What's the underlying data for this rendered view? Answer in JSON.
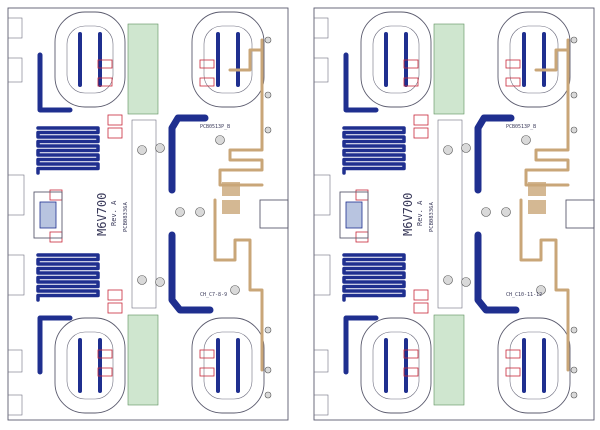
{
  "boards": [
    {
      "part_label": "M6V700",
      "rev_label": "Rev. A",
      "pcb_label": "PCB08336A",
      "top_ref": "PCB0513P_B",
      "bottom_ref": "CH_C7-8-9"
    },
    {
      "part_label": "M6V700",
      "rev_label": "Rev. A",
      "pcb_label": "PCB08336A",
      "top_ref": "PCB0513P_B",
      "bottom_ref": "CH_C10-11-12"
    }
  ],
  "colors": {
    "board_outline": "#5b5b6e",
    "blue_trace": "#1f2f8f",
    "tan_trace": "#c9a678",
    "red_pad": "#c8283a",
    "green_pad": "#cfe6cf"
  }
}
